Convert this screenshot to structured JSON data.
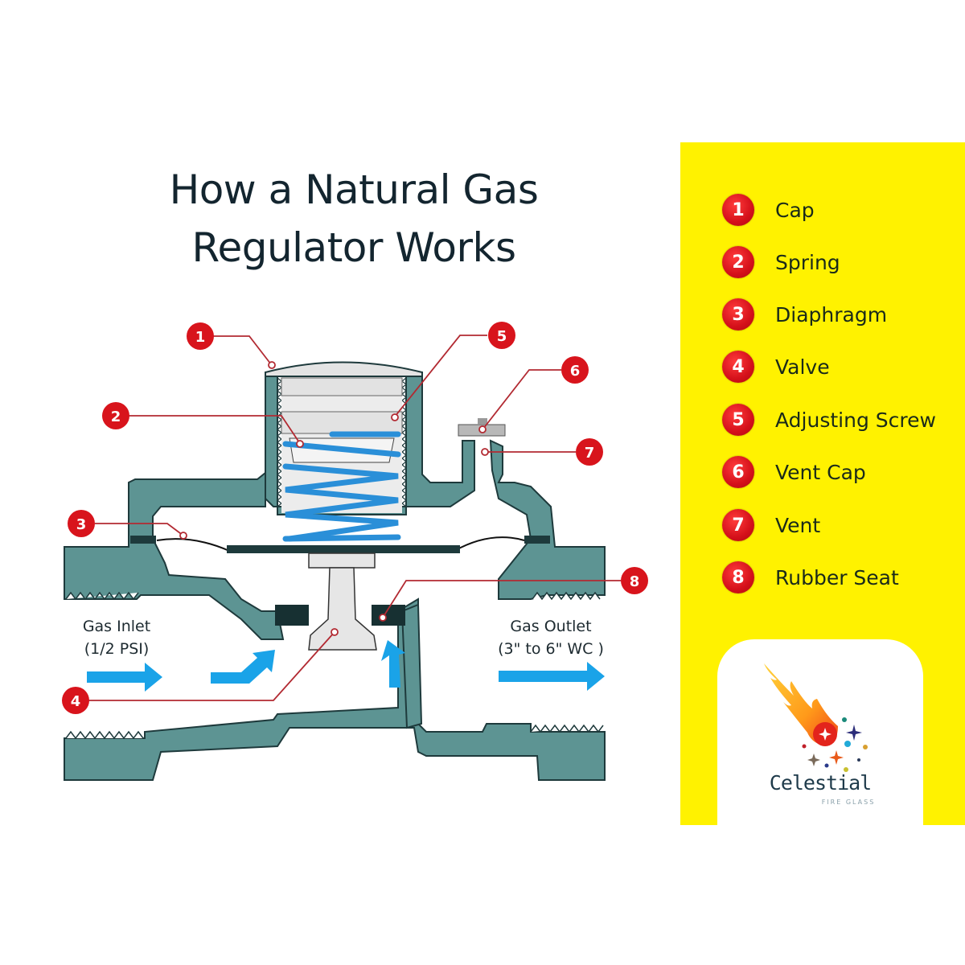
{
  "title": {
    "line1": "How a Natural Gas",
    "line2": "Regulator Works"
  },
  "colors": {
    "body_teal": "#5d9493",
    "body_outline": "#1e3a3c",
    "spring_blue": "#2a8fd8",
    "arrow_blue": "#1aa3e8",
    "callout_red": "#d8141c",
    "leader_red": "#b22a32",
    "panel_yellow": "#fff200",
    "title_text": "#13252f"
  },
  "flow": {
    "inlet_label": "Gas Inlet",
    "inlet_pressure": "(1/2 PSI)",
    "outlet_label": "Gas Outlet",
    "outlet_pressure": "(3\" to 6\" WC )"
  },
  "callouts": [
    {
      "num": "1",
      "part": "Cap"
    },
    {
      "num": "2",
      "part": "Spring"
    },
    {
      "num": "3",
      "part": "Diaphragm"
    },
    {
      "num": "4",
      "part": "Valve"
    },
    {
      "num": "5",
      "part": "Adjusting Screw"
    },
    {
      "num": "6",
      "part": "Vent Cap"
    },
    {
      "num": "7",
      "part": "Vent"
    },
    {
      "num": "8",
      "part": "Rubber Seat"
    }
  ],
  "legend": {
    "items": [
      {
        "num": "1",
        "label": "Cap"
      },
      {
        "num": "2",
        "label": "Spring"
      },
      {
        "num": "3",
        "label": "Diaphragm"
      },
      {
        "num": "4",
        "label": "Valve"
      },
      {
        "num": "5",
        "label": "Adjusting Screw"
      },
      {
        "num": "6",
        "label": "Vent Cap"
      },
      {
        "num": "7",
        "label": "Vent"
      },
      {
        "num": "8",
        "label": "Rubber Seat"
      }
    ]
  },
  "logo": {
    "brand": "Celestial",
    "tagline": "FIRE GLASS"
  }
}
